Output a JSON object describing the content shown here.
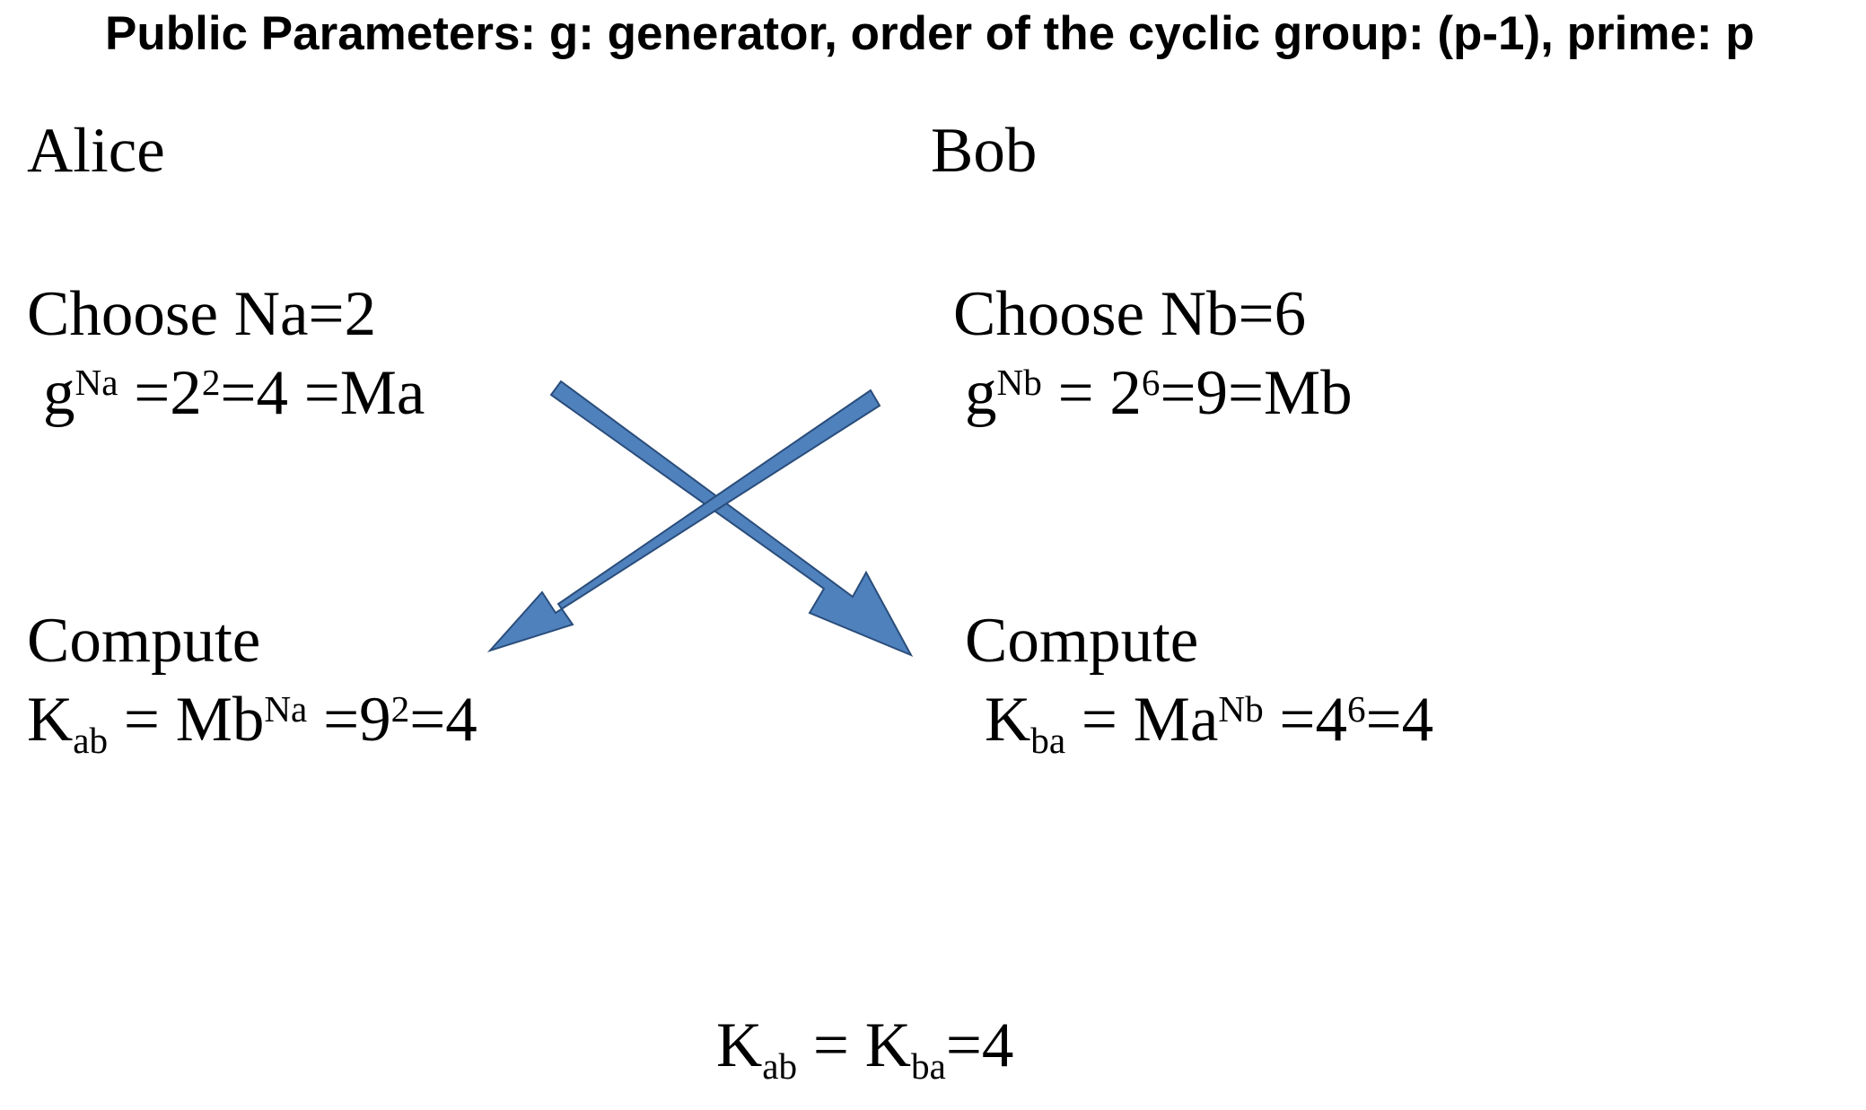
{
  "header": {
    "text": "Public Parameters: g: generator, order of the cyclic group: (p-1), prime: p"
  },
  "alice": {
    "name": "Alice",
    "choose": "Choose Na=2",
    "pub_base": "g",
    "pub_exp": "Na",
    "pub_eq1": " =2",
    "pub_exp2": "2",
    "pub_rest": "=4 =Ma",
    "compute_label": "Compute",
    "key_k": "K",
    "key_sub": "ab",
    "key_mid": " = Mb",
    "key_exp": "Na",
    "key_eq": " =9",
    "key_exp2": "2",
    "key_rest": "=4"
  },
  "bob": {
    "name": "Bob",
    "choose": "Choose Nb=6",
    "pub_base": "g",
    "pub_exp": "Nb",
    "pub_eq1": " = 2",
    "pub_exp2": "6",
    "pub_rest": "=9=Mb",
    "compute_label": "Compute",
    "key_k": "K",
    "key_sub": "ba",
    "key_mid": " = Ma",
    "key_exp": "Nb",
    "key_eq": " =4",
    "key_exp2": "6",
    "key_rest": "=4"
  },
  "result": {
    "k1": "K",
    "sub1": "ab",
    "mid": " = K",
    "sub2": "ba",
    "rest": "=4"
  },
  "colors": {
    "arrow_fill": "#4f81bd",
    "arrow_stroke": "#2a4d7a"
  }
}
